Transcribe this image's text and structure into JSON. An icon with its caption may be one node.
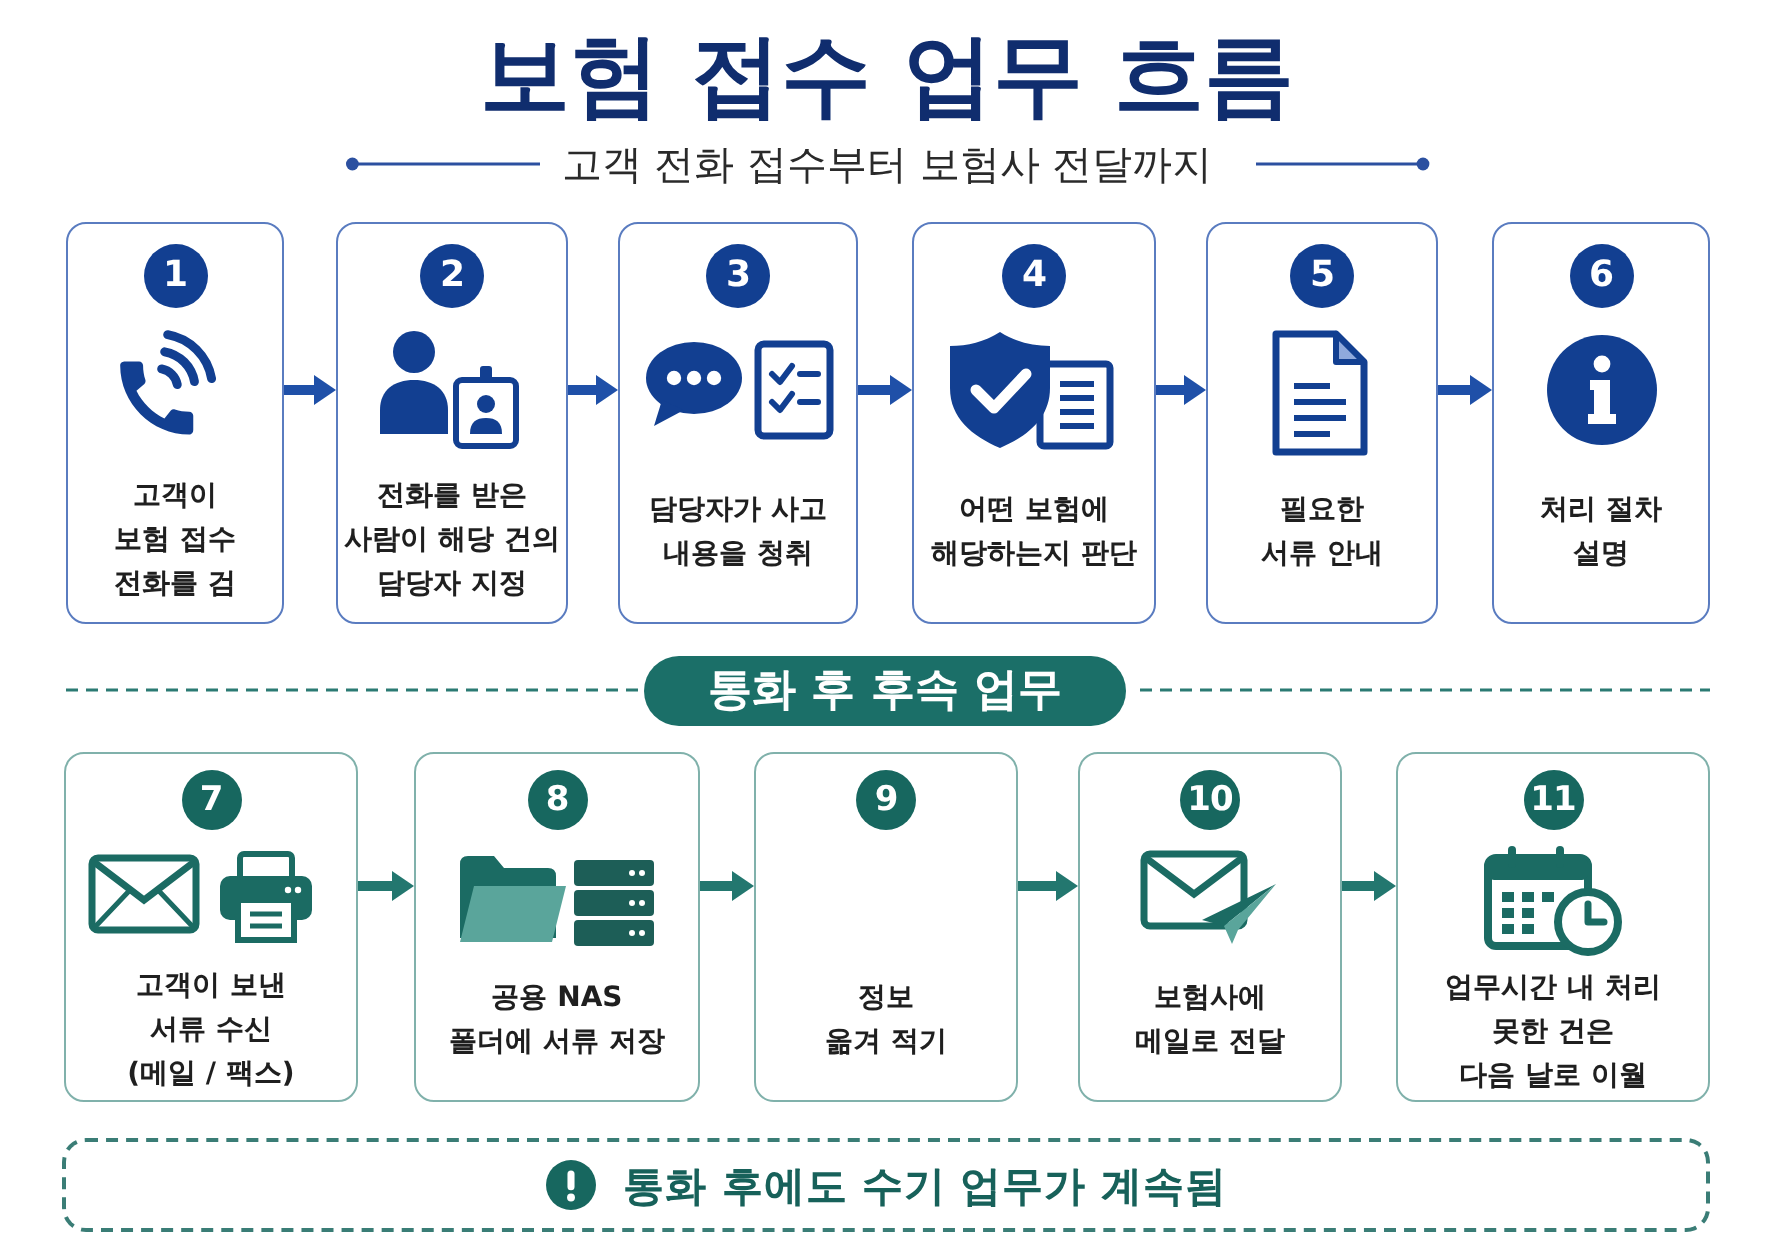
{
  "diagram": {
    "title": "보험 접수 업무 흐름",
    "nodes": [
      {
        "text": [
          "1",
          "고객이 보험 접수 전화를 검"
        ]
      },
      {
        "text": [
          "2",
          "전화를 받은 사람이 해당 건의 담당자 지정"
        ]
      },
      {
        "text": [
          "3",
          "담당자가 사고 내용을 청취"
        ]
      },
      {
        "text": [
          "4",
          "어떤 보험에 해당하는지 판단"
        ]
      },
      {
        "text": [
          "5",
          "필요한 서류 안내"
        ]
      },
      {
        "text": [
          "6",
          "처리 절차 설명"
        ]
      },
      {
        "text": [
          "통화 후 후속 업무"
        ]
      },
      {
        "text": [
          "7",
          "고객이 보낸 서류 수신 (메일 / 팩스)"
        ]
      },
      {
        "text": [
          "8",
          "공용 NAS 폴더에 서류 저장"
        ]
      },
      {
        "text": [
          "9",
          "정보 옮겨 적기"
        ]
      },
      {
        "text": [
          "10",
          "보험사에 메일로 전달"
        ]
      },
      {
        "text": [
          "11",
          "업무시간 내 처리 못한 건은 다음 날로 이월"
        ]
      },
      {
        "text": [
          "통화 후에도 수기 업무가 계속됨"
        ]
      }
    ],
    "edges": [
      {
        "from": 0,
        "to": 1,
        "arrow": "to"
      },
      {
        "from": 1,
        "to": 2,
        "arrow": "to"
      },
      {
        "from": 2,
        "to": 3,
        "arrow": "to"
      },
      {
        "from": 3,
        "to": 4,
        "arrow": "to"
      },
      {
        "from": 4,
        "to": 5,
        "arrow": "to"
      },
      {
        "from": 7,
        "to": 8,
        "arrow": "to"
      },
      {
        "from": 8,
        "to": 9,
        "arrow": "to"
      },
      {
        "from": 9,
        "to": 10,
        "arrow": "to"
      },
      {
        "from": 10,
        "to": 11,
        "arrow": "to"
      }
    ],
    "labels": [
      "고객 전화 접수부터 보험사 전달까지"
    ]
  }
}
